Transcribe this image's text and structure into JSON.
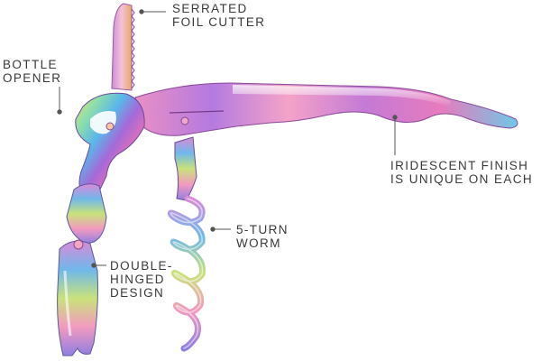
{
  "callouts": {
    "serrated_foil_cutter": {
      "line1": "SERRATED",
      "line2": "FOIL CUTTER"
    },
    "bottle_opener": {
      "line1": "BOTTLE",
      "line2": "OPENER"
    },
    "five_turn_worm": {
      "line1": "5-TURN",
      "line2": "WORM"
    },
    "double_hinged_design": {
      "line1": "DOUBLE-",
      "line2": "HINGED",
      "line3": "DESIGN"
    },
    "iridescent_finish": {
      "line1": "IRIDESCENT FINISH",
      "line2": "IS UNIQUE ON EACH"
    }
  },
  "colors": {
    "label_text": "#3a3a3a",
    "leader_line": "#555555",
    "iridescent": [
      "#f2a8c9",
      "#e46fb8",
      "#a66ad8",
      "#5aa0e8",
      "#56d8c8",
      "#b8e87a",
      "#f2d36a"
    ]
  }
}
